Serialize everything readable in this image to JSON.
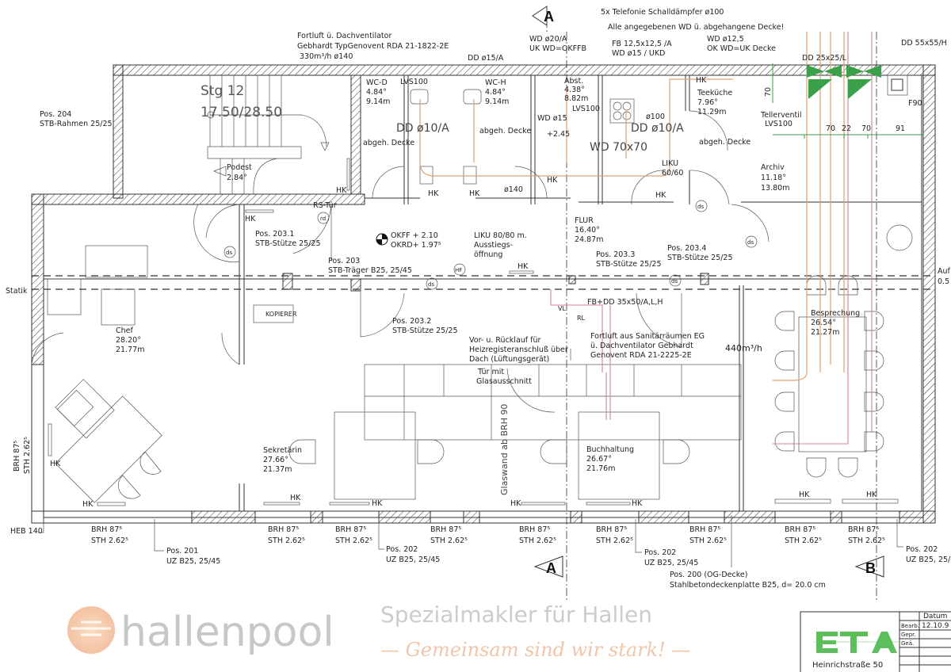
{
  "colors": {
    "wall": "#333333",
    "duct_orange": "#e0a070",
    "duct_pink": "#d98090",
    "green": "#3aa04a",
    "watermark": "#e8a070"
  },
  "section_markers": {
    "top_a": "A",
    "bottom_a": "A",
    "bottom_b": "B"
  },
  "notes": {
    "telefonie": "5x Telefonie Schalldämpfer ø100",
    "wd_note": "Alle angegebenen WD ü. abgehangene Decke!",
    "fortluft_top": [
      "Fortluft ü. Dachventilator",
      "Gebhardt TypGenovent RDA 21-1822-2E",
      "330m³/h   ø140"
    ],
    "dd15": "DD ø15/A",
    "wd20": [
      "WD ø20/A",
      "UK WD=OKFFB"
    ],
    "fb125": [
      "FB 12,5x12,5 /A",
      "WD ø15 / UKD"
    ],
    "wd125": [
      "WD ø12,5",
      "OK WD=UK Decke"
    ],
    "dd25": "DD 25x25/L",
    "dd55": "DD 55x55/H",
    "f90": "F90",
    "dims": [
      "70",
      "22",
      "70",
      "91"
    ],
    "dim_v": "70",
    "pos204": [
      "Pos. 204",
      "STB-Rahmen 25/25"
    ],
    "lvs1": "LVS100",
    "lvs2": "LVS100",
    "dd10a": "DD ø10/A",
    "dd10b": "DD ø10/A",
    "abgeh1": "abgeh. Decke",
    "abgeh2": "abgeh. Decke",
    "abgeh3": "abgeh. Decke",
    "wd15": "WD ø15",
    "level": "+2.45",
    "d100": "ø100",
    "wd70": "WD 70x70",
    "liku60": [
      "LIKU",
      "60/60"
    ],
    "teller": [
      "Tellerventil",
      "LVS100"
    ],
    "d140": "ø140",
    "rs_tuer": "RS-Tür",
    "pos2031": [
      "Pos. 203.1",
      "STB-Stütze 25/25"
    ],
    "okff": [
      "OKFF + 2.10",
      "OKRD+ 1.97⁵"
    ],
    "liku80": [
      "LIKU 80/80 m.",
      "Ausstiegs-",
      "öffnung"
    ],
    "pos2033": [
      "Pos. 203.3",
      "STB-Stütze 25/25"
    ],
    "pos2034": [
      "Pos. 203.4",
      "STB-Stütze 25/25"
    ],
    "pos203": [
      "Pos. 203",
      "STB-Träger B25, 25/45"
    ],
    "hf": "HF",
    "ds": "ds",
    "rd": "rd",
    "statik": "Statik",
    "auf": [
      "Auf",
      "0.5"
    ],
    "kopierer": "KOPIERER",
    "fbdd": "FB+DD 35x50/A,L,H",
    "vl": "VL",
    "rl": "RL",
    "pos2032": [
      "Pos. 203.2",
      "STB-Stütze 25/25"
    ],
    "vorlauf": [
      "Vor- u. Rücklauf für",
      "Heizregisteranschluß über",
      "Dach (Lüftungsgerät)"
    ],
    "fortluft_eg": [
      "Fortluft aus Sanitärräumen EG",
      "ü. Dachventilator Gebhardt",
      "Genovent RDA 21-2225-2E"
    ],
    "flow440": "440m³/h",
    "tuer_glas": [
      "Tür mit",
      "Glasausschnitt"
    ],
    "glaswand": "Glaswand ab BRH 90",
    "hk": "HK",
    "heb": "HEB 140",
    "brh": "BRH 87⁵",
    "sth": "STH 2.62⁵",
    "pos201": [
      "Pos. 201",
      "UZ B25, 25/45"
    ],
    "pos202": [
      "Pos. 202",
      "UZ B25, 25/45"
    ],
    "pos200": [
      "Pos. 200 (OG-Decke)",
      "Stahlbetondeckenplatte B25, d= 20.0 cm"
    ]
  },
  "rooms": {
    "stair": [
      "Stg   12",
      "17.50/28.50"
    ],
    "podest": [
      "Podest",
      "2.84°"
    ],
    "wc_d": [
      "WC-D",
      "4.84°",
      "9.14m"
    ],
    "wc_h": [
      "WC-H",
      "4.84°",
      "9.14m"
    ],
    "abst": [
      "Abst.",
      "4.38°",
      "8.82m"
    ],
    "teekueche": [
      "Teeküche",
      "7.96°",
      "11.29m"
    ],
    "archiv": [
      "Archiv",
      "11.18°",
      "13.80m"
    ],
    "flur": [
      "FLUR",
      "16.40°",
      "24.87m"
    ],
    "chef": [
      "Chef",
      "28.20°",
      "21.77m"
    ],
    "sekretaerin": [
      "Sekretärin",
      "27.66°",
      "21.37m"
    ],
    "buchhaltung": [
      "Buchhaltung",
      "26.67°",
      "21.76m"
    ],
    "besprechung": [
      "Besprechung",
      "26.54°",
      "21.27m"
    ]
  },
  "watermark": {
    "brand": "hallenpool",
    "tagline": "Spezialmakler für Hallen",
    "slogan": "— Gemeinsam sind wir stark! —"
  },
  "title_block": {
    "logo": "ETA",
    "address": "Heinrichstraße 50",
    "datum": "Datum",
    "bearb": "Bearb.",
    "bearb_date": "12.10.9",
    "gepr": "Gepr.",
    "geae": "Geä."
  }
}
